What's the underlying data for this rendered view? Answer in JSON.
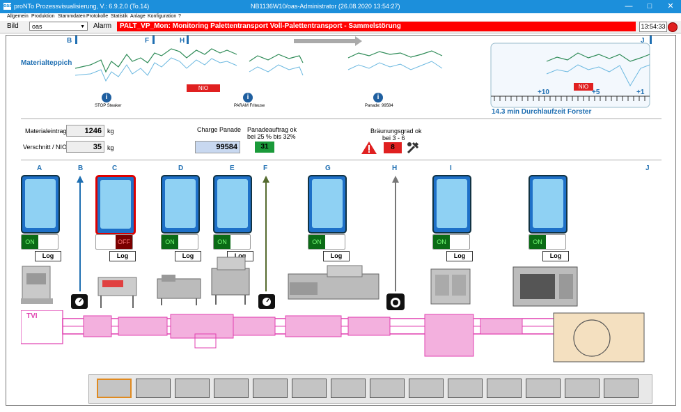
{
  "window": {
    "title": "proNTo Prozessvisualisierung, V.: 6.9.2.0 (To.14)",
    "center_title": "NB1136W10/oas-Administrator (26.08.2020 13:54:27)"
  },
  "menu": [
    "Allgemein",
    "Produktion",
    "Stammdaten",
    "Protokolle",
    "Statistik",
    "Anlage",
    "Konfiguration",
    "?"
  ],
  "toolbar": {
    "bild_label": "Bild",
    "bild_value": "oas",
    "alarm_label": "Alarm",
    "alarm_text": "PALT_VP_Mon: Monitoring Palettentransport Voll-Palettentransport - Sammelstörung",
    "time": "13:54:33"
  },
  "materialteppich": {
    "label": "Materialteppich",
    "markers": [
      "B",
      "F",
      "H",
      "J"
    ],
    "nio": "NIO",
    "nio2": "NIO",
    "info": [
      "STOP Steaker",
      "PARAM Friteuse",
      "Panade: 99584"
    ],
    "scale_labels": [
      "+10",
      "+5",
      "+1"
    ],
    "durchlauf": "14.3 min Durchlaufzeit Forster"
  },
  "stats": {
    "materialeintrag_label": "Materialeintrag",
    "materialeintrag_value": "1246",
    "materialeintrag_unit": "kg",
    "verschnitt_label": "Verschnitt / NIO",
    "verschnitt_value": "35",
    "verschnitt_unit": "kg",
    "charge_label": "Charge Panade",
    "charge_value": "99584",
    "panadeauftrag_label": "Panadeauftrag ok",
    "panadeauftrag_range": "bei 25 % bis 32%",
    "panadeauftrag_value": "31",
    "braeunung_label": "Bräunungsgrad ok",
    "braeunung_range": "bei 3 - 6",
    "braeunung_value": "8"
  },
  "columns": [
    "A",
    "B",
    "C",
    "D",
    "E",
    "F",
    "G",
    "H",
    "I",
    "J"
  ],
  "machines": [
    {
      "letter": "A",
      "state": "ON"
    },
    {
      "letter": "C",
      "state": "OFF"
    },
    {
      "letter": "D",
      "state": "ON"
    },
    {
      "letter": "E",
      "state": "ON"
    },
    {
      "letter": "G",
      "state": "ON"
    },
    {
      "letter": "I",
      "state": "ON"
    },
    {
      "letter": "J",
      "state": "ON"
    }
  ],
  "log_label": "Log",
  "line_label": "TVI",
  "colors": {
    "titlebar": "#1c8fdb",
    "alarm": "#ff0000",
    "accent_blue": "#1f6fb2",
    "on": "#0b6b16",
    "off": "#7a0000",
    "ok_green": "#1a9a3a",
    "layout_magenta": "#e040b0"
  }
}
